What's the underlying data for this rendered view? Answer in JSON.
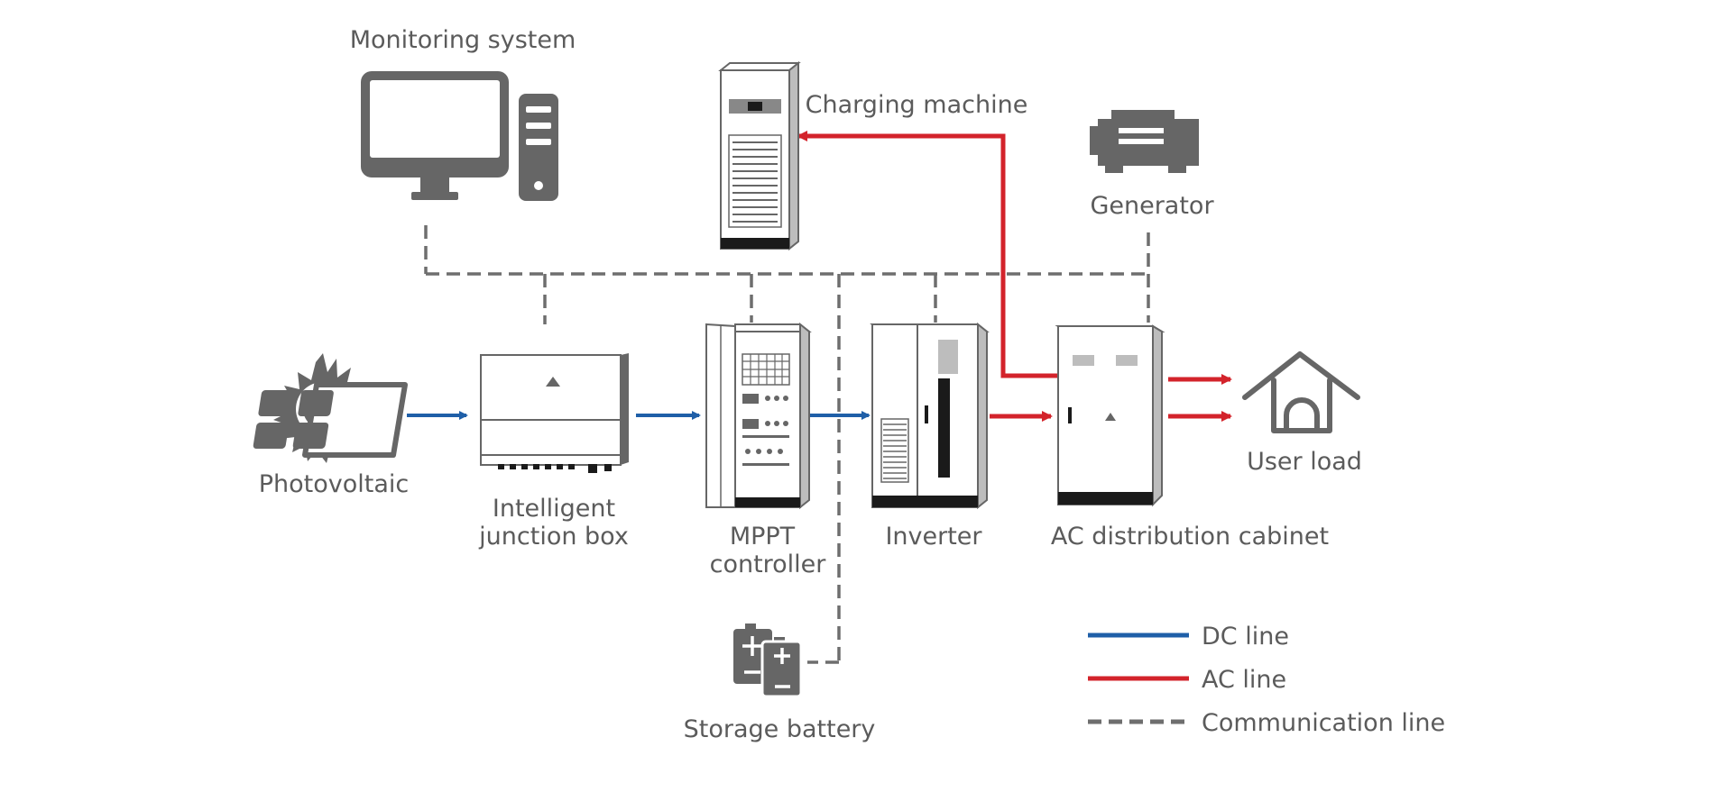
{
  "colors": {
    "dc_line": "#1f5fa8",
    "ac_line": "#d3232b",
    "comm_line": "#6e6e6e",
    "icon_dark": "#666666",
    "text": "#5b5b5b"
  },
  "nodes": {
    "monitoring": {
      "label": "Monitoring system",
      "icon": "desktop-computer-icon"
    },
    "charging": {
      "label": "Charging machine",
      "icon": "charging-cabinet-icon"
    },
    "generator": {
      "label": "Generator",
      "icon": "generator-icon"
    },
    "photovoltaic": {
      "label": "Photovoltaic",
      "icon": "solar-panel-icon"
    },
    "junction": {
      "label_line1": "Intelligent",
      "label_line2": "junction box",
      "icon": "junction-box-icon"
    },
    "mppt": {
      "label_line1": "MPPT",
      "label_line2": "controller",
      "icon": "mppt-cabinet-icon"
    },
    "inverter": {
      "label": "Inverter",
      "icon": "inverter-cabinet-icon"
    },
    "ac_cabinet": {
      "label": "AC distribution cabinet",
      "icon": "distribution-cabinet-icon"
    },
    "user_load": {
      "label": "User load",
      "icon": "house-icon"
    },
    "battery": {
      "label": "Storage battery",
      "icon": "battery-icon"
    }
  },
  "legend": {
    "dc": "DC line",
    "ac": "AC line",
    "comm": "Communication line"
  }
}
